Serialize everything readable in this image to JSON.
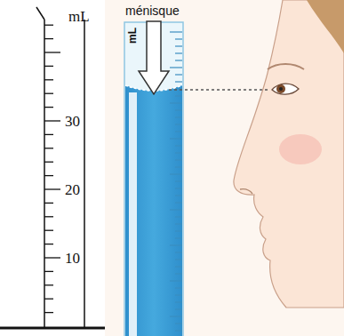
{
  "diagram": {
    "labels": [
      "mL",
      "30",
      "20",
      "10",
      "ménisque",
      "mL"
    ]
  }
}
